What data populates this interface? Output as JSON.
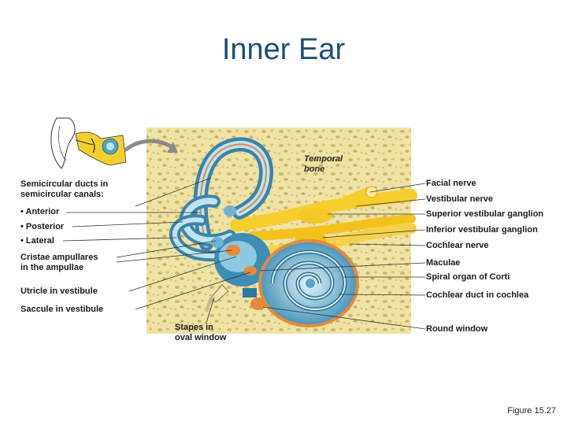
{
  "title": "Inner Ear",
  "caption": "Figure 15.27",
  "left_labels": {
    "semicircular_1": "Semicircular ducts in",
    "semicircular_2": "semicircular canals:",
    "anterior": "• Anterior",
    "posterior": "• Posterior",
    "lateral": "• Lateral",
    "cristae_1": "Cristae ampullares",
    "cristae_2": "in the ampullae",
    "utricle": "Utricle in vestibule",
    "saccule": "Saccule in vestibule"
  },
  "bottom_labels": {
    "stapes_1": "Stapes in",
    "stapes_2": "oval window"
  },
  "inner_labels": {
    "temporal_1": "Temporal",
    "temporal_2": "bone"
  },
  "right_labels": {
    "facial_nerve": "Facial nerve",
    "vestibular_nerve": "Vestibular nerve",
    "superior_ganglion": "Superior vestibular ganglion",
    "inferior_ganglion": "Inferior vestibular ganglion",
    "cochlear_nerve": "Cochlear nerve",
    "maculae": "Maculae",
    "spiral_organ": "Spiral organ of Corti",
    "cochlear_duct": "Cochlear duct in cochlea",
    "round_window": "Round window"
  },
  "colors": {
    "title": "#1f4e79",
    "bone": "#efe3a4",
    "bone_spot": "#c9b56a",
    "labyrinth_blue": "#3d8db5",
    "labyrinth_light": "#b6dff0",
    "nerve_yellow": "#f6cf2e",
    "orange_highlight": "#e58a3a"
  }
}
